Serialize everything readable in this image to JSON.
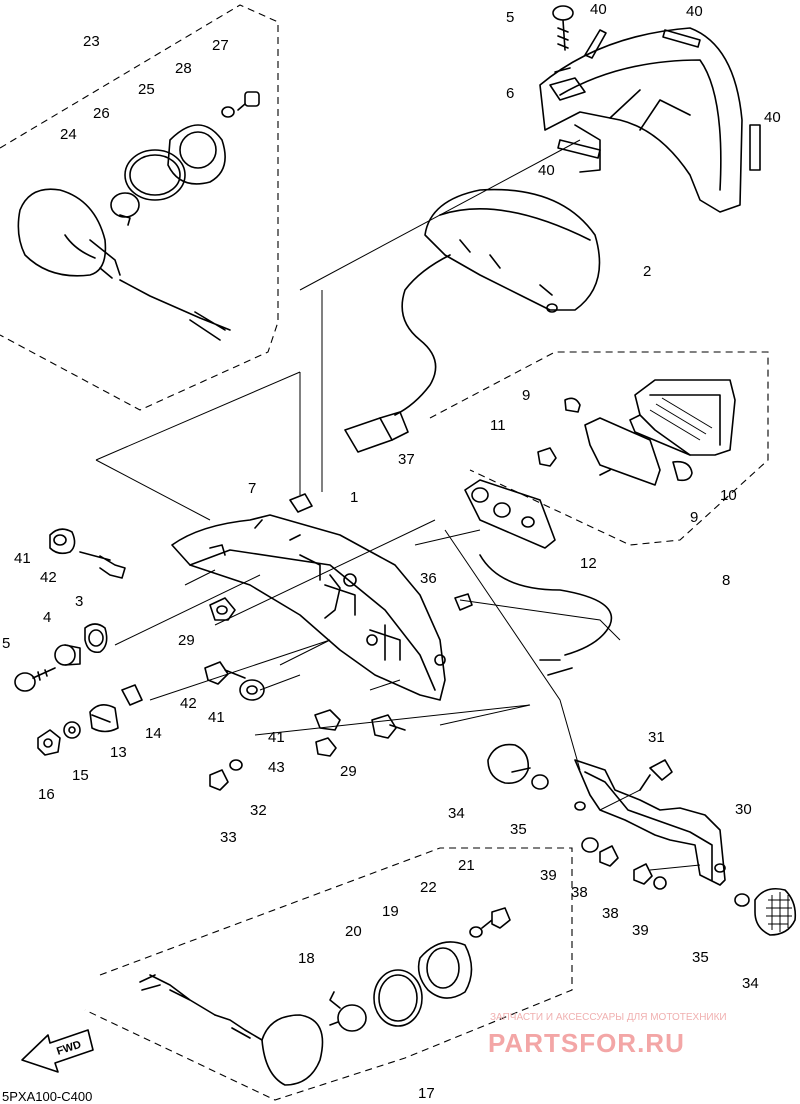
{
  "diagram": {
    "callouts": [
      "1",
      "2",
      "3",
      "4",
      "5",
      "5",
      "6",
      "7",
      "8",
      "9",
      "9",
      "10",
      "11",
      "12",
      "13",
      "14",
      "15",
      "16",
      "17",
      "18",
      "19",
      "20",
      "21",
      "22",
      "23",
      "24",
      "25",
      "26",
      "27",
      "28",
      "29",
      "29",
      "30",
      "31",
      "32",
      "33",
      "34",
      "34",
      "35",
      "35",
      "36",
      "37",
      "38",
      "38",
      "39",
      "39",
      "40",
      "40",
      "40",
      "40",
      "41",
      "41",
      "41",
      "42",
      "42",
      "43"
    ],
    "fwd_label": "FWD",
    "drawing_code": "5PXA100-C400"
  },
  "watermark": {
    "tagline": "ЗАПЧАСТИ И АКСЕССУАРЫ ДЛЯ МОТОТЕХНИКИ",
    "brand": "PARTSFOR.RU"
  }
}
